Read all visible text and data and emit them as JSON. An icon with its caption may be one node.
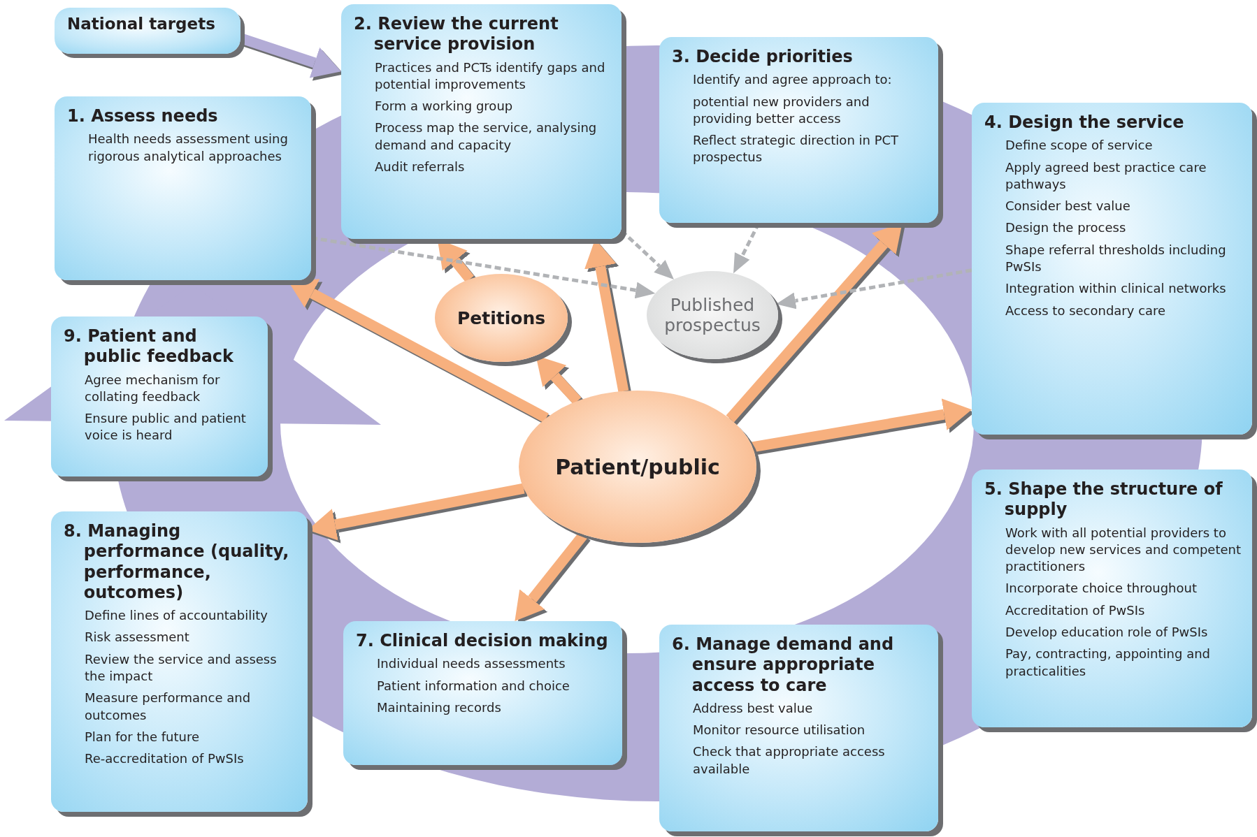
{
  "diagram": {
    "nodes": [
      {
        "text": [
          "National targets"
        ]
      },
      {
        "text": [
          "1. Assess needs",
          "Health needs assessment using rigorous analytical approaches"
        ]
      },
      {
        "text": [
          "2. Review the current service provision",
          "Practices and PCTs identify gaps and potential improvements",
          "Form a working group",
          "Process map the service, analysing demand and capacity",
          "Audit referrals"
        ]
      },
      {
        "text": [
          "3. Decide priorities",
          "Identify and agree approach to:",
          "potential new providers and providing better access",
          "Reflect strategic direction in PCT prospectus"
        ]
      },
      {
        "text": [
          "4. Design the service",
          "Define scope of service",
          "Apply agreed best practice care pathways",
          "Consider best value",
          "Design the process",
          "Shape referral thresholds including PwSIs",
          "Integration within clinical networks",
          "Access to secondary care"
        ]
      },
      {
        "text": [
          "5. Shape the structure of supply",
          "Work with all potential providers to develop new services and competent practitioners",
          "Incorporate choice throughout",
          "Accreditation of PwSIs",
          "Develop education role of PwSIs",
          "Pay, contracting, appointing and practicalities"
        ]
      },
      {
        "text": [
          "6. Manage demand and ensure appropriate access to care",
          "Address best value",
          "Monitor resource utilisation",
          "Check that appropriate access available"
        ]
      },
      {
        "text": [
          "7. Clinical decision making",
          "Individual needs assessments",
          "Patient information and choice",
          "Maintaining records"
        ]
      },
      {
        "text": [
          "8. Managing performance (quality, performance, outcomes)",
          "Define lines of accountability",
          "Risk assessment",
          "Review the service and assess the impact",
          "Measure performance and outcomes",
          "Plan for the future",
          "Re-accreditation of PwSIs"
        ]
      },
      {
        "text": [
          "9. Patient and public feedback",
          "Agree mechanism for collating feedback",
          "Ensure public and patient voice is heard"
        ]
      },
      {
        "text": [
          "Petitions"
        ]
      },
      {
        "text": [
          "Published prospectus"
        ]
      },
      {
        "text": [
          "Patient/public"
        ]
      }
    ],
    "edges": [
      {
        "from": 0,
        "to": 2,
        "arrow": "to",
        "color": "#b3acd6"
      },
      {
        "from": 12,
        "to": 1,
        "arrow": "to"
      },
      {
        "from": 12,
        "to": 10,
        "arrow": "to"
      },
      {
        "from": 10,
        "to": 2,
        "arrow": "to"
      },
      {
        "from": 12,
        "to": 2,
        "arrow": "to"
      },
      {
        "from": 12,
        "to": 3,
        "arrow": "to"
      },
      {
        "from": 12,
        "to": 4,
        "arrow": "to"
      },
      {
        "from": 12,
        "to": 8,
        "arrow": "to"
      },
      {
        "from": 12,
        "to": 7,
        "arrow": "to"
      },
      {
        "from": 1,
        "to": 11,
        "arrow": "to",
        "style": "dashed",
        "color": "#b1b3b6"
      },
      {
        "from": 2,
        "to": 11,
        "arrow": "to",
        "style": "dashed",
        "color": "#b1b3b6"
      },
      {
        "from": 3,
        "to": 11,
        "arrow": "to",
        "style": "dashed",
        "color": "#b1b3b6"
      },
      {
        "from": 4,
        "to": 11,
        "arrow": "to",
        "style": "dashed",
        "color": "#b1b3b6"
      }
    ]
  }
}
